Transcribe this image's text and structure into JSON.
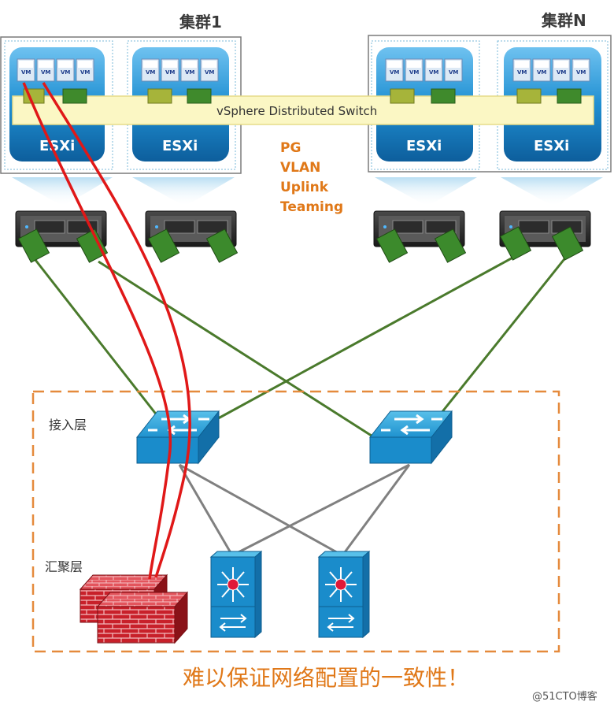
{
  "clusters": [
    {
      "label": "集群1"
    },
    {
      "label": "集群N"
    }
  ],
  "vm_label": "VM",
  "esxi_label": "ESXi",
  "vds_label": "vSphere Distributed Switch",
  "config_items": [
    "PG",
    "VLAN",
    "Uplink",
    "Teaming"
  ],
  "layers": {
    "access": "接入层",
    "aggregation": "汇聚层"
  },
  "bottom_note": "难以保证网络配置的一致性！",
  "watermark": "@51CTO博客",
  "colors": {
    "esxi_blue": "#1a85c8",
    "vds_yellow": "#fbf7c4",
    "uplink_green": "#4a7a2c",
    "red_path": "#e01818",
    "orange_dash": "#e58a3c",
    "switch_blue": "#1a96d2",
    "firewall_red": "#c8202a"
  }
}
